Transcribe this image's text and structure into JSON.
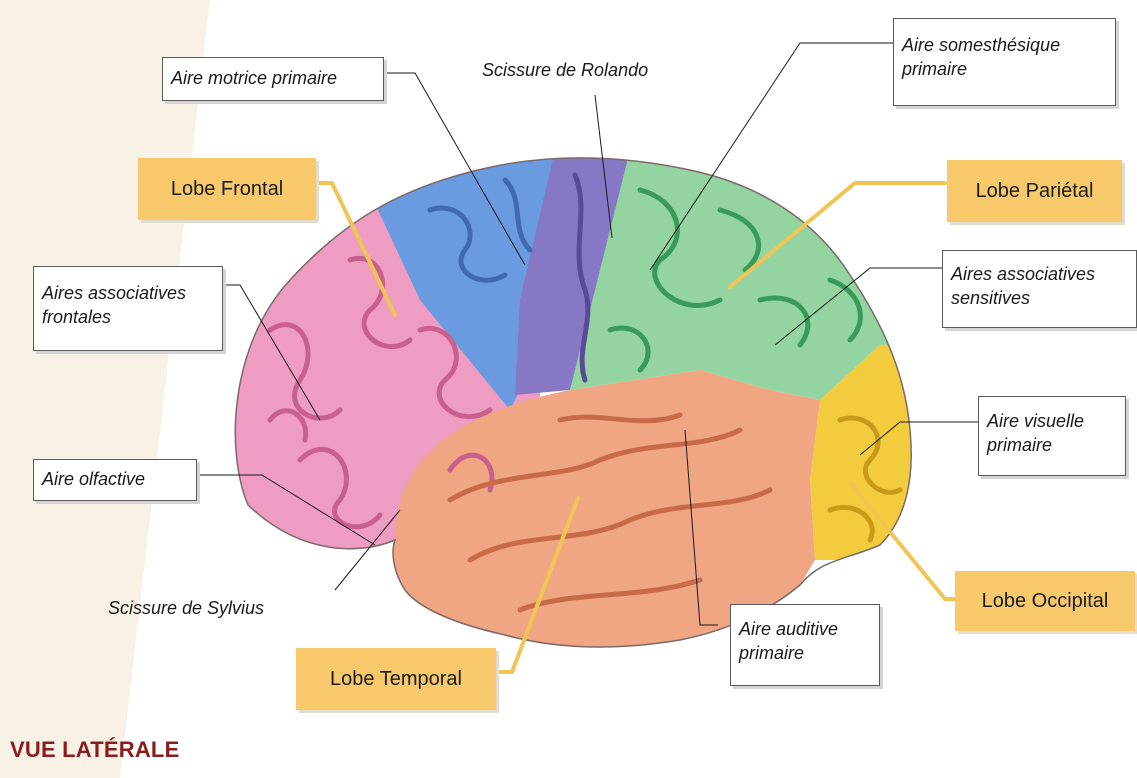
{
  "footer": {
    "title": "VUE LATÉRALE"
  },
  "lobes": {
    "frontal": "Lobe Frontal",
    "parietal": "Lobe Pariétal",
    "temporal": "Lobe Temporal",
    "occipital": "Lobe Occipital"
  },
  "labels": {
    "aire_motrice": "Aire motrice primaire",
    "scissure_rolando": "Scissure de Rolando",
    "aire_somesthesique_l1": "Aire somesthésique",
    "aire_somesthesique_l2": "primaire",
    "aires_assoc_frontales_l1": "Aires associatives",
    "aires_assoc_frontales_l2": "frontales",
    "aires_assoc_sensitives_l1": "Aires associatives",
    "aires_assoc_sensitives_l2": "sensitives",
    "aire_olfactive": "Aire olfactive",
    "aire_visuelle_l1": "Aire visuelle",
    "aire_visuelle_l2": "primaire",
    "scissure_sylvius": "Scissure de Sylvius",
    "aire_auditive_l1": "Aire auditive",
    "aire_auditive_l2": "primaire"
  },
  "colors": {
    "frontal": "#ee9cc2",
    "motor": "#6a9be0",
    "rolando": "#8678c4",
    "parietal": "#93d4a0",
    "temporal": "#f0a583",
    "occipital": "#f3cc3e",
    "lobe_tag": "#f7c96a",
    "footer_text": "#8a1c1c"
  }
}
